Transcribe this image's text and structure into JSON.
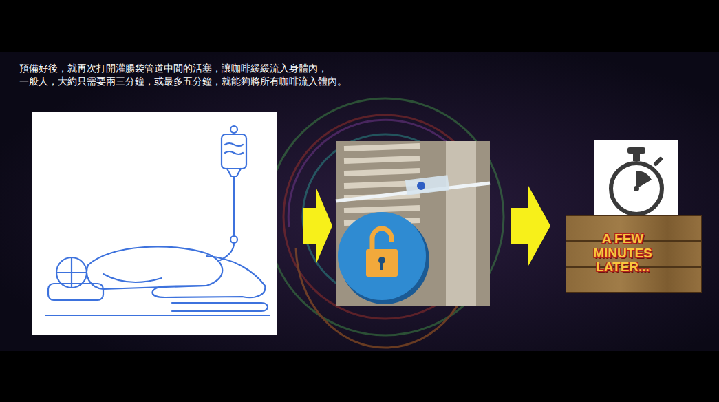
{
  "diagram": {
    "nodes": [
      {
        "text": [
          "A FEW MINUTES LATER..."
        ]
      }
    ],
    "labels": [
      "預備好後，就再次打開灌腸袋管道中間的活塞，讓咖啡緩緩流入身體內，",
      "一般人，大約只需要兩三分鐘，或最多五分鐘，就能夠將所有咖啡流入體內。"
    ]
  }
}
